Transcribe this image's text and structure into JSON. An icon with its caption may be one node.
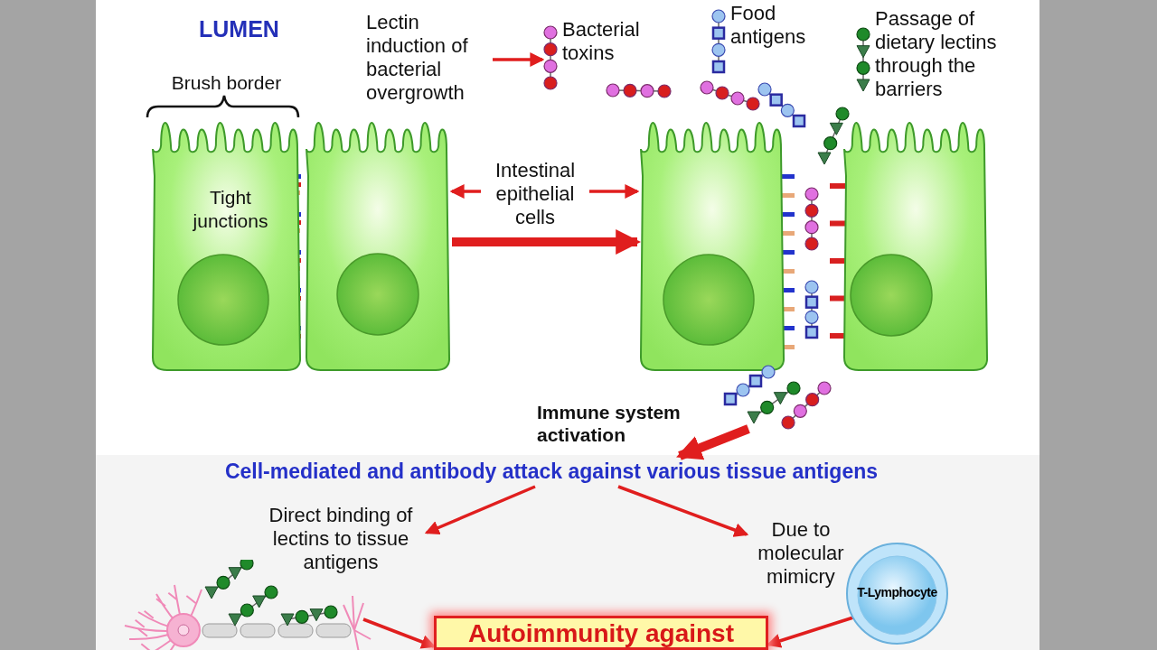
{
  "diagram": {
    "nodes": [
      {
        "text": [
          "Lectin induction of bacterial overgrowth"
        ]
      },
      {
        "text": [
          "Bacterial toxins"
        ]
      },
      {
        "text": [
          "Food antigens"
        ]
      },
      {
        "text": [
          "Passage of dietary lectins through the barriers"
        ]
      },
      {
        "text": [
          "Intestinal epithelial cells"
        ]
      },
      {
        "text": [],
        "shape": "picture"
      },
      {
        "text": [],
        "shape": "picture"
      },
      {
        "text": [],
        "shape": "picture"
      },
      {
        "text": [],
        "shape": "picture"
      },
      {
        "text": [],
        "shape": "picture"
      },
      {
        "text": [
          "Cell-mediated and antibody attack against various tissue antigens"
        ]
      },
      {
        "text": [
          "Direct binding of lectins to tissue antigens"
        ]
      },
      {
        "text": [
          "Due to molecular mimicry"
        ]
      },
      {
        "text": [],
        "shape": "picture"
      },
      {
        "text": [
          "T-Lymphocyte"
        ]
      },
      {
        "text": [
          "Autoimmunity against"
        ]
      }
    ],
    "edges": [
      {
        "from": 0,
        "to": 1,
        "arrow": "to"
      },
      {
        "from": 4,
        "to": 6,
        "arrow": "to"
      },
      {
        "from": 4,
        "to": 7,
        "arrow": "to"
      },
      {
        "from": 6,
        "to": 7,
        "arrow": "to",
        "style": "thick"
      },
      {
        "from": 9,
        "to": 10,
        "arrow": "to",
        "style": "thick",
        "label": "Immune system activation"
      },
      {
        "from": 10,
        "to": 11,
        "arrow": "to"
      },
      {
        "from": 10,
        "to": 12,
        "arrow": "to"
      },
      {
        "from": 13,
        "to": 15,
        "arrow": "to"
      },
      {
        "from": 14,
        "to": 15,
        "arrow": "to"
      }
    ],
    "labels": [
      "LUMEN",
      "Brush border",
      "Tight junctions"
    ]
  }
}
